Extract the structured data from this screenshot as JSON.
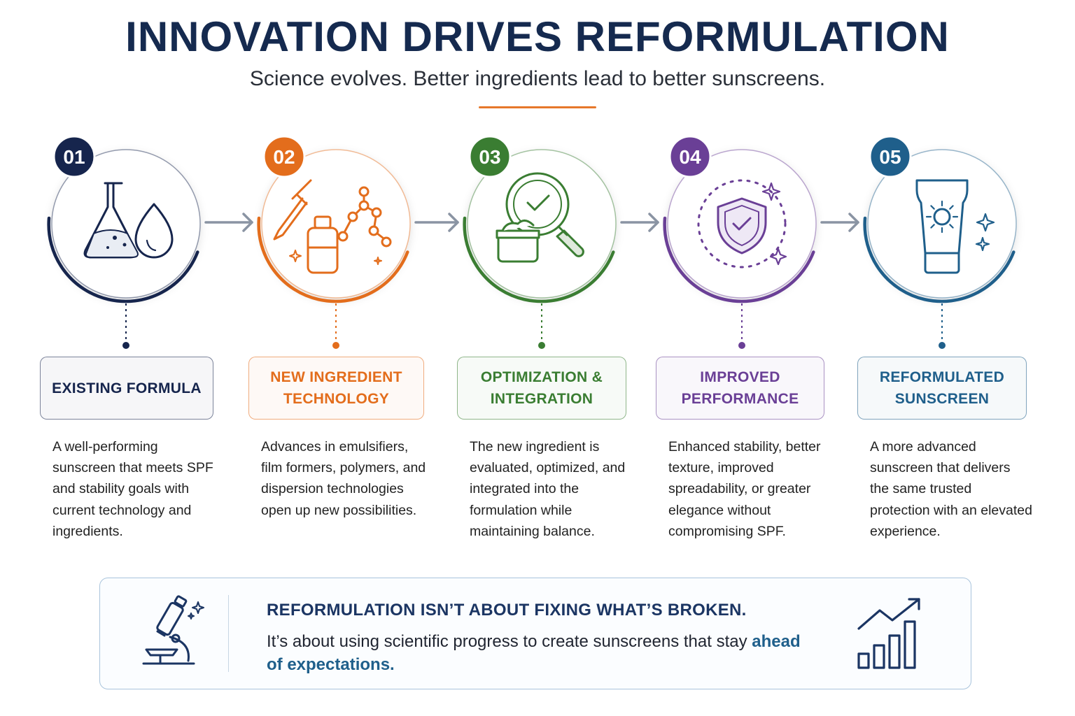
{
  "header": {
    "title": "INNOVATION DRIVES REFORMULATION",
    "subtitle": "Science evolves. Better ingredients lead to better sunscreens."
  },
  "steps": [
    {
      "number": "01",
      "icon": "flask-and-droplet-icon",
      "color": "#16254d",
      "label": "EXISTING FORMULA",
      "description": "A well-performing sunscreen that meets SPF and stability goals with current technology and ingredients."
    },
    {
      "number": "02",
      "icon": "dropper-bottle-molecule-icon",
      "color": "#e36d1c",
      "label": "NEW INGREDIENT\nTECHNOLOGY",
      "description": "Advances in emulsifiers, film formers, polymers, and dispersion technologies open up new possibilities."
    },
    {
      "number": "03",
      "icon": "magnifier-check-jar-icon",
      "color": "#3a7d32",
      "label": "OPTIMIZATION &\nINTEGRATION",
      "description": "The new ingredient is evaluated, optimized, and integrated into the formulation while maintaining balance."
    },
    {
      "number": "04",
      "icon": "shield-check-sparkle-icon",
      "color": "#6a3f96",
      "label": "IMPROVED\nPERFORMANCE",
      "description": "Enhanced stability, better texture, improved spreadability, or greater elegance without compromising SPF."
    },
    {
      "number": "05",
      "icon": "sunscreen-tube-icon",
      "color": "#1f5f8b",
      "label": "REFORMULATED\nSUNSCREEN",
      "description": "A more advanced sunscreen that delivers the same trusted protection with an elevated experience."
    }
  ],
  "banner": {
    "headline": "REFORMULATION ISN’T ABOUT FIXING WHAT’S BROKEN.",
    "text_lead": "It’s about using scientific progress to create sunscreens that stay ",
    "text_highlight": "ahead of expectations.",
    "left_icon": "microscope-icon",
    "right_icon": "growth-chart-icon"
  }
}
